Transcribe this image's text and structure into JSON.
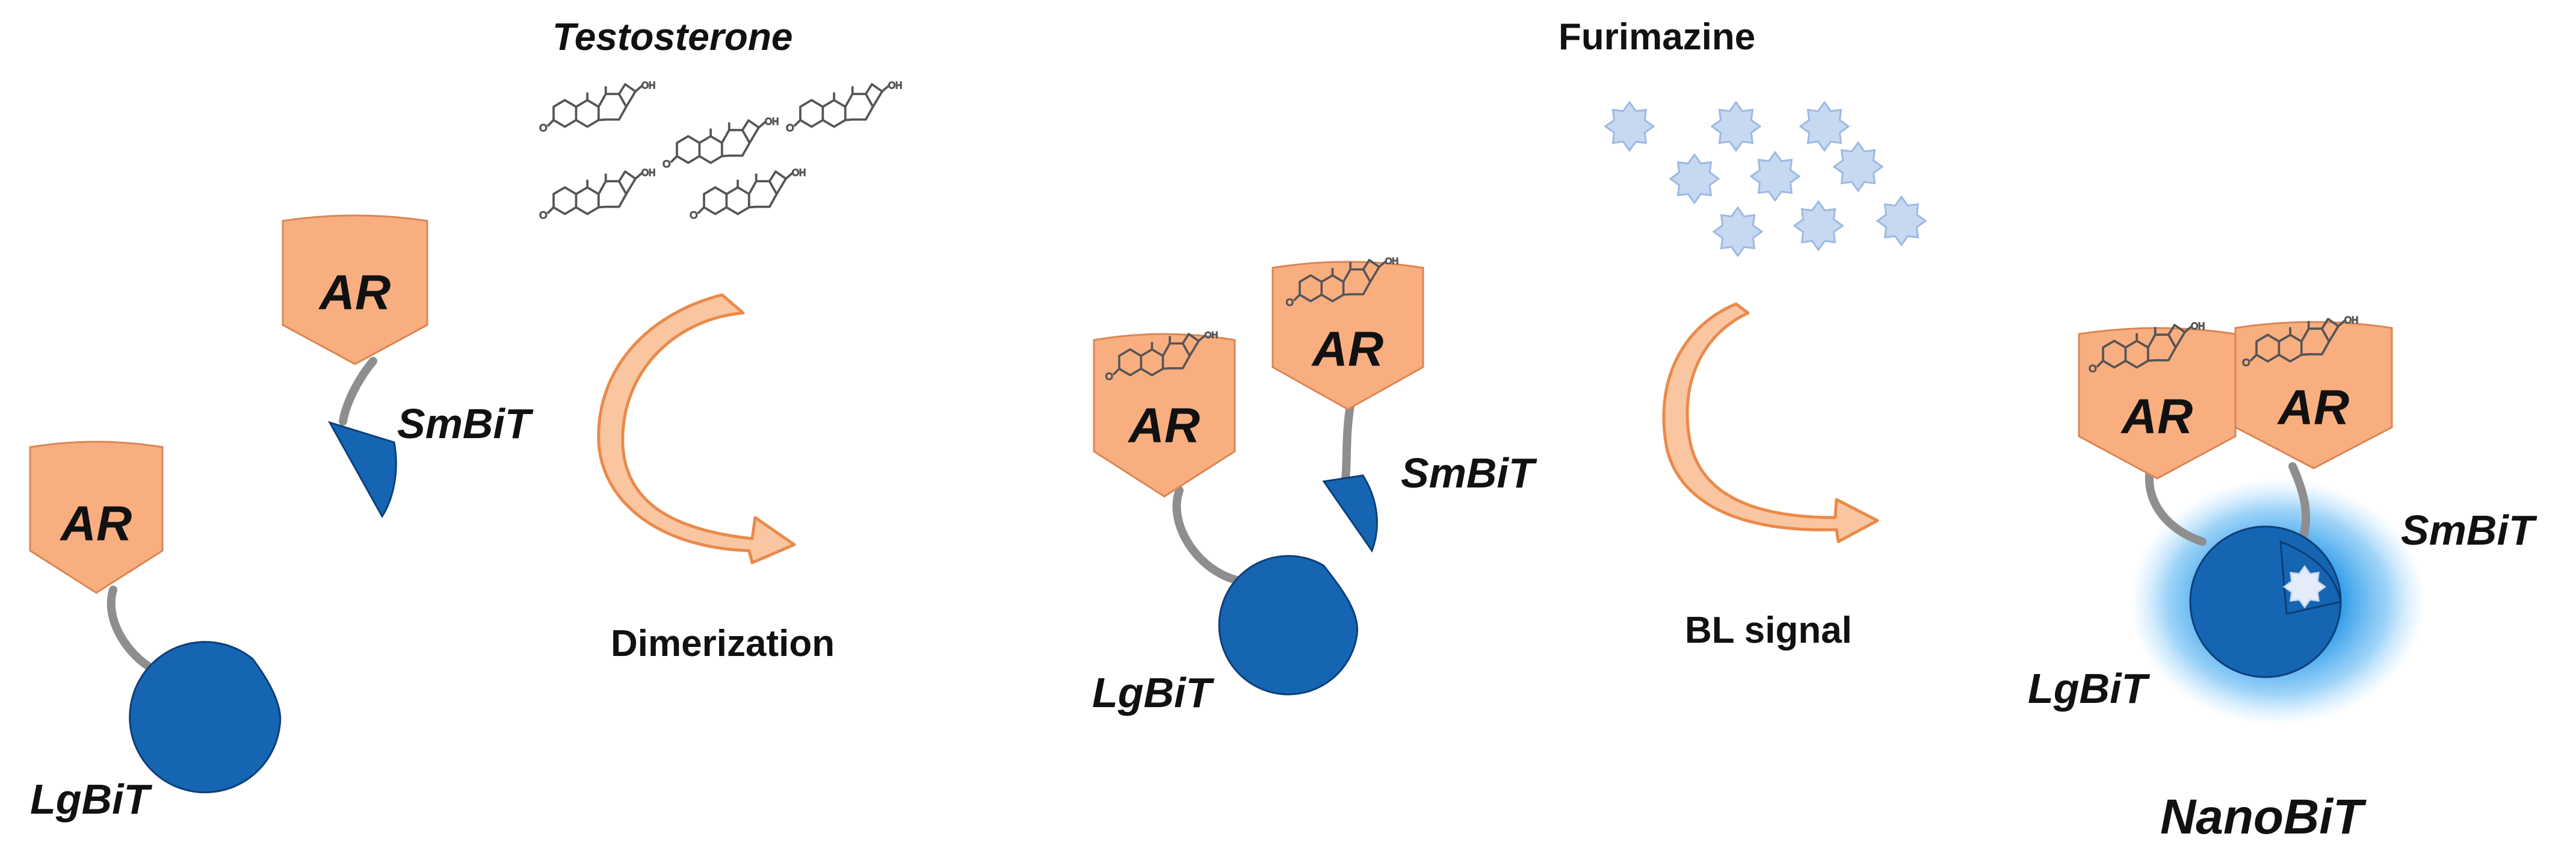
{
  "labels": {
    "testosterone": "Testosterone",
    "furimazine": "Furimazine",
    "dimerization": "Dimerization",
    "bl_signal": "BL signal",
    "nanobit": "NanoBiT",
    "ar": "AR",
    "smbit": "SmBiT",
    "lgbit": "LgBiT"
  },
  "colors": {
    "ar_fill": "#f9ae80",
    "ar_stroke": "#d98655",
    "bit_blue": "#1565b3",
    "bit_stroke": "#0c3f77",
    "glow": "#2f9be8",
    "furimazine_fill": "#c7d9f1",
    "furimazine_stroke": "#9db9e2",
    "linker": "#8e8e8e",
    "arrow_fill": "#f9c6a1",
    "arrow_stroke": "#ea8a4a",
    "molecule_line": "#555555"
  }
}
